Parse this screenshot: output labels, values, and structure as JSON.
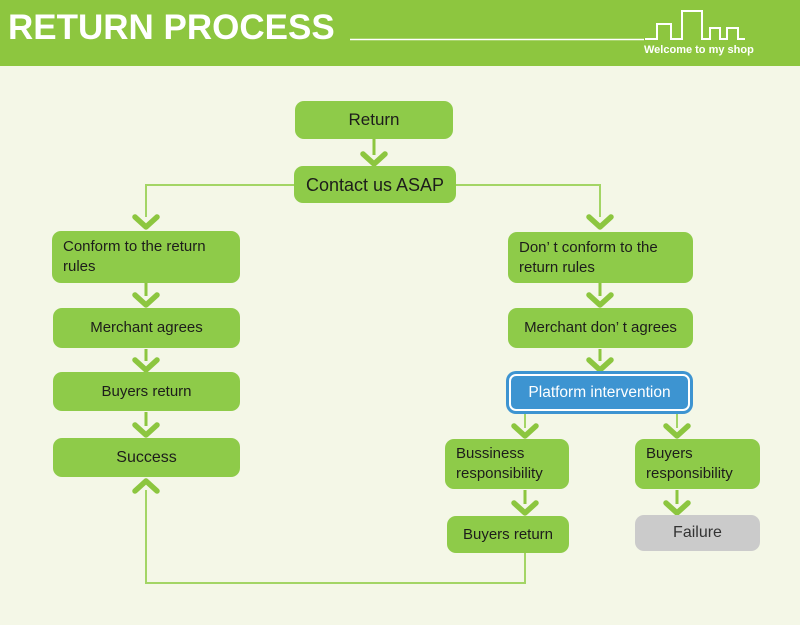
{
  "header": {
    "title": "RETURN PROCESS",
    "tagline": "Welcome to my shop"
  },
  "colors": {
    "header_green": "#8dc63f",
    "node_green": "#8ecb49",
    "arrow_green": "#8cc63f",
    "connector_green": "#a3d565",
    "accent_blue": "#3d94d1",
    "neutral_gray": "#cbcbcb",
    "background": "#f4f7e7",
    "node_text": "#1d1d1b"
  },
  "flowchart": {
    "nodes": {
      "return": "Return",
      "contact": "Contact us ASAP",
      "conform": "Conform to the return rules",
      "merchant_agrees": "Merchant agrees",
      "buyers_return_left": "Buyers return",
      "success": "Success",
      "dont_conform": "Don’ t conform to the return rules",
      "merchant_dont_agrees": "Merchant don’ t agrees",
      "platform_intervention": "Platform intervention",
      "business_responsibility": "Bussiness responsibility",
      "buyers_responsibility": "Buyers responsibility",
      "buyers_return_right": "Buyers return",
      "failure": "Failure"
    },
    "edges": [
      {
        "from": "return",
        "to": "contact"
      },
      {
        "from": "contact",
        "to": "conform"
      },
      {
        "from": "contact",
        "to": "dont_conform"
      },
      {
        "from": "conform",
        "to": "merchant_agrees"
      },
      {
        "from": "merchant_agrees",
        "to": "buyers_return_left"
      },
      {
        "from": "buyers_return_left",
        "to": "success"
      },
      {
        "from": "dont_conform",
        "to": "merchant_dont_agrees"
      },
      {
        "from": "merchant_dont_agrees",
        "to": "platform_intervention"
      },
      {
        "from": "platform_intervention",
        "to": "business_responsibility"
      },
      {
        "from": "platform_intervention",
        "to": "buyers_responsibility"
      },
      {
        "from": "business_responsibility",
        "to": "buyers_return_right"
      },
      {
        "from": "buyers_responsibility",
        "to": "failure"
      },
      {
        "from": "buyers_return_right",
        "to": "success"
      }
    ]
  }
}
